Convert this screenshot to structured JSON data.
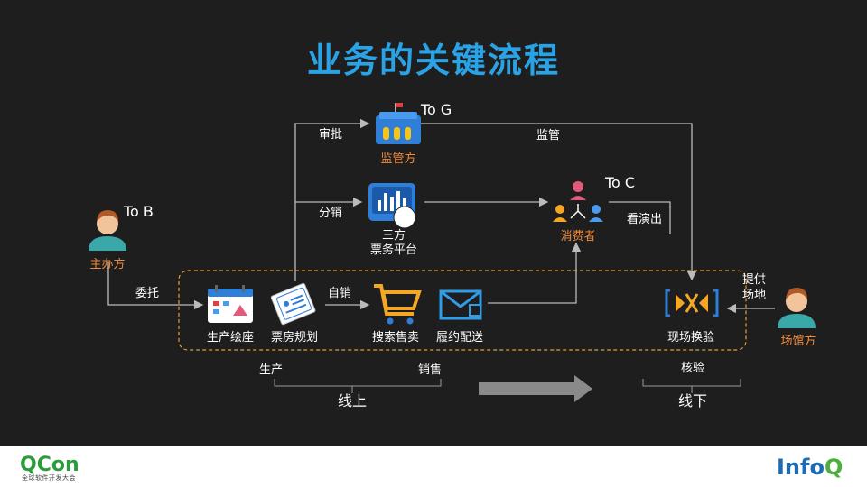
{
  "title": "业务的关键流程",
  "nodes": {
    "regulator": {
      "label": "监管方",
      "tag": "To G"
    },
    "ticket_platform": {
      "label_line1": "三方",
      "label_line2": "票务平台"
    },
    "consumer": {
      "label": "消费者",
      "tag": "To C"
    },
    "organizer": {
      "label": "主办方",
      "tag": "To B"
    },
    "venue": {
      "label": "场馆方"
    },
    "production": {
      "label": "生产绘座"
    },
    "box_office": {
      "label": "票房规划"
    },
    "search_sale": {
      "label": "搜索售卖"
    },
    "delivery": {
      "label": "履约配送"
    },
    "onsite_check": {
      "label": "现场换验"
    }
  },
  "edges": {
    "approve": "审批",
    "distribute": "分销",
    "supervise": "监管",
    "watch_show": "看演出",
    "entrust": "委托",
    "self_sell": "自销",
    "provide_venue_1": "提供",
    "provide_venue_2": "场地"
  },
  "stages": {
    "produce": "生产",
    "sell": "销售",
    "verify": "核验",
    "online": "线上",
    "offline": "线下"
  },
  "footer": {
    "left_logo": "QCon",
    "left_sub": "全球软件开发大会",
    "right_logo_a": "Info",
    "right_logo_b": "Q"
  },
  "colors": {
    "title": "#29a3e6",
    "accent_orange": "#f08a3c",
    "dashed_border": "#e0a030",
    "line": "#bbbbbb"
  }
}
